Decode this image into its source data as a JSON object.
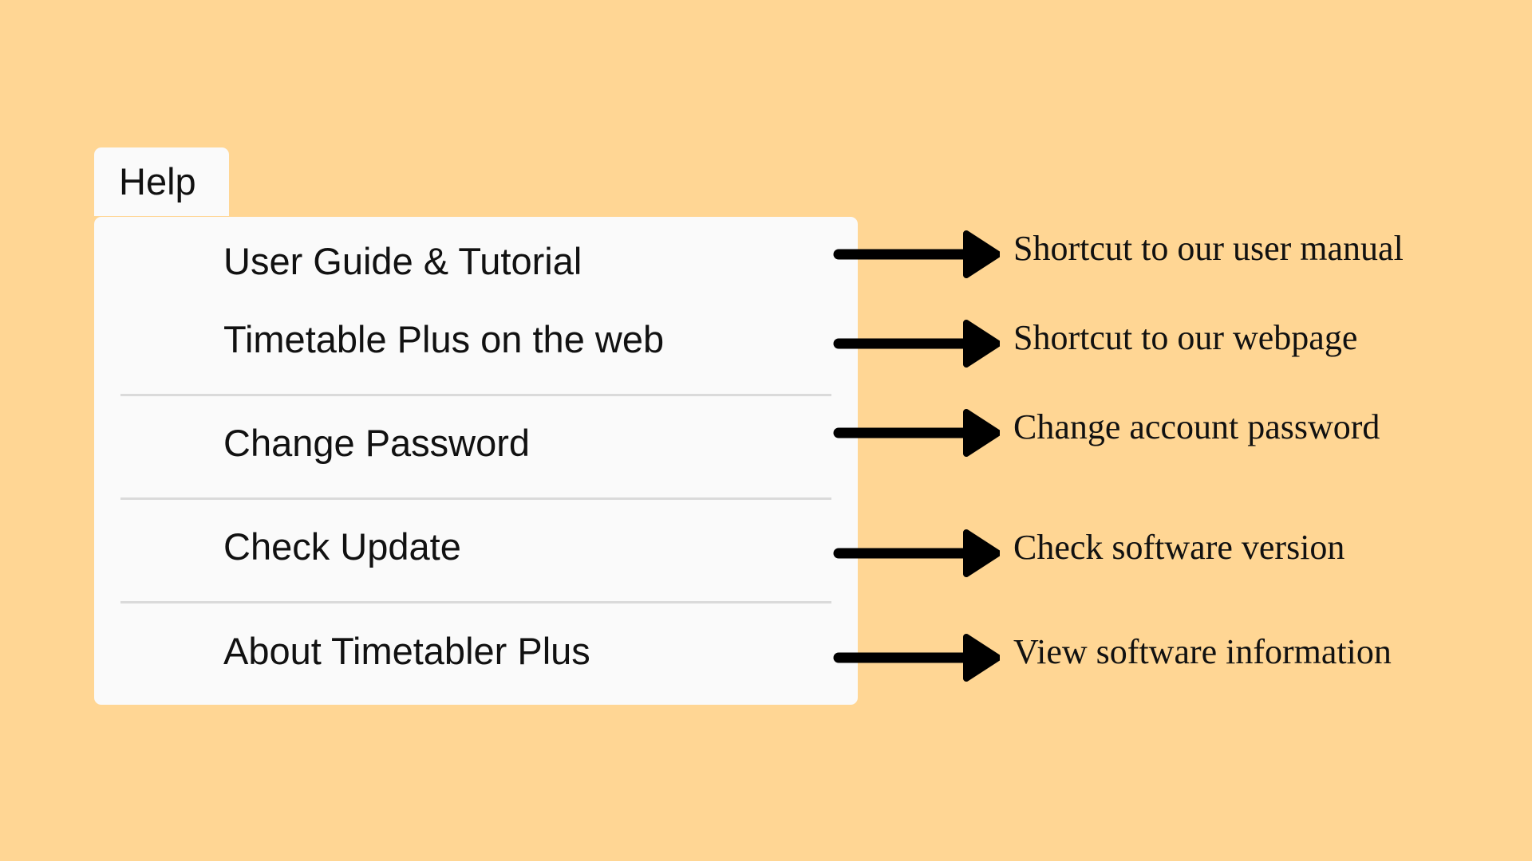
{
  "colors": {
    "background": "#FFD694",
    "menu_background": "#FAFAFA",
    "separator": "#DADADA",
    "text": "#111111",
    "arrow": "#000000"
  },
  "help_menu": {
    "title": "Help",
    "items": [
      {
        "label": "User Guide & Tutorial"
      },
      {
        "label": "Timetable Plus on the web"
      },
      {
        "label": "Change Password"
      },
      {
        "label": "Check Update"
      },
      {
        "label": "About Timetabler Plus"
      }
    ]
  },
  "annotations": [
    {
      "icon": "right-arrow-icon",
      "text": "Shortcut to our user manual"
    },
    {
      "icon": "right-arrow-icon",
      "text": "Shortcut to our webpage"
    },
    {
      "icon": "right-arrow-icon",
      "text": "Change account password"
    },
    {
      "icon": "right-arrow-icon",
      "text": "Check software version"
    },
    {
      "icon": "right-arrow-icon",
      "text": "View software information"
    }
  ]
}
